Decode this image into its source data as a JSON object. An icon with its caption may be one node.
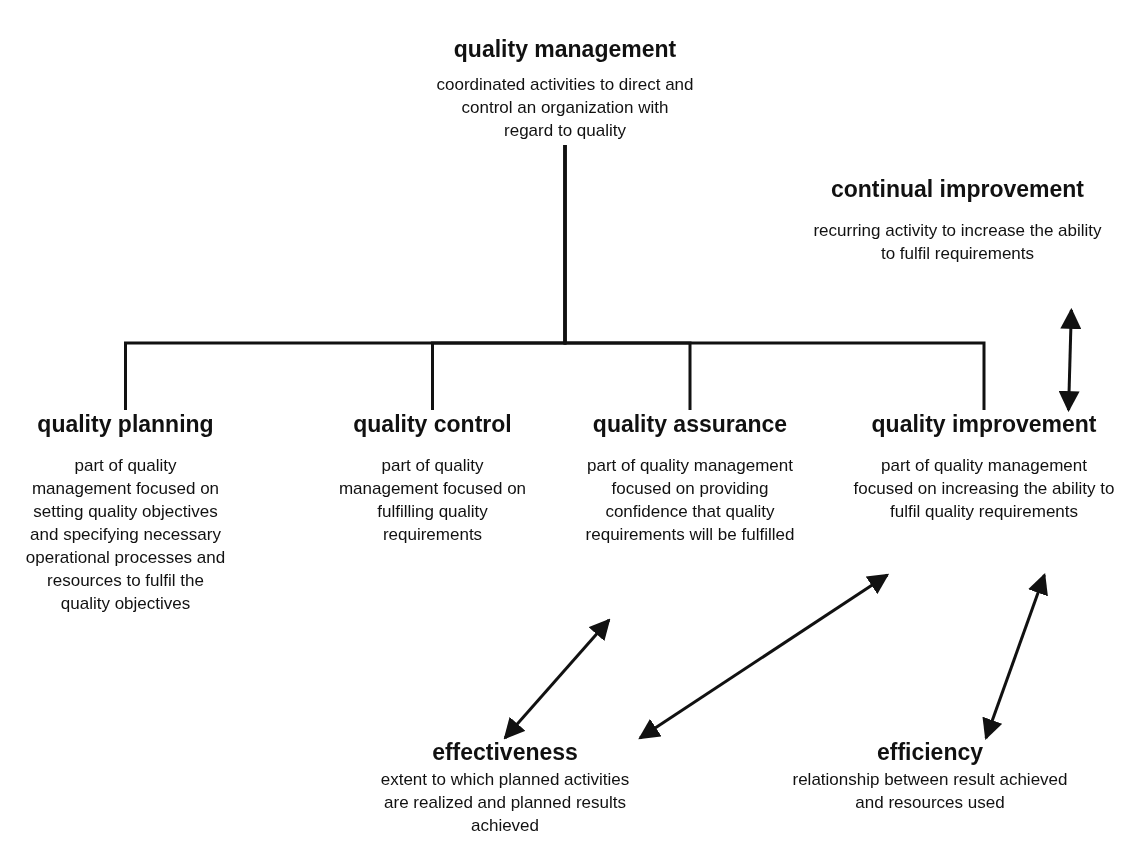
{
  "diagram": {
    "nodes": [
      {
        "text": [
          "quality management",
          "coordinated activities to direct and control an organization with regard to quality"
        ]
      },
      {
        "text": [
          "continual improvement",
          "recurring activity to increase the ability to fulfil requirements"
        ]
      },
      {
        "text": [
          "quality planning",
          "part of quality management focused on setting quality objectives and specifying necessary operational processes and resources to fulfil the quality objectives"
        ]
      },
      {
        "text": [
          "quality control",
          "part of quality management focused on fulfilling quality requirements"
        ]
      },
      {
        "text": [
          "quality assurance",
          "part of quality management focused on providing confidence that quality requirements will be fulfilled"
        ]
      },
      {
        "text": [
          "quality improvement",
          "part of quality management focused on increasing the ability to fulfil quality requirements"
        ]
      },
      {
        "text": [
          "effectiveness",
          "extent to which planned activities are realized and planned results achieved"
        ]
      },
      {
        "text": [
          "efficiency",
          "relationship between result achieved and resources used"
        ]
      }
    ],
    "edges": [
      {
        "from": 0,
        "to": 2,
        "arrow": "none"
      },
      {
        "from": 0,
        "to": 3,
        "arrow": "none"
      },
      {
        "from": 0,
        "to": 4,
        "arrow": "none"
      },
      {
        "from": 0,
        "to": 5,
        "arrow": "none"
      },
      {
        "from": 1,
        "to": 5,
        "arrow": "both"
      },
      {
        "from": 4,
        "to": 6,
        "arrow": "both"
      },
      {
        "from": 5,
        "to": 6,
        "arrow": "both"
      },
      {
        "from": 5,
        "to": 7,
        "arrow": "both"
      }
    ]
  }
}
